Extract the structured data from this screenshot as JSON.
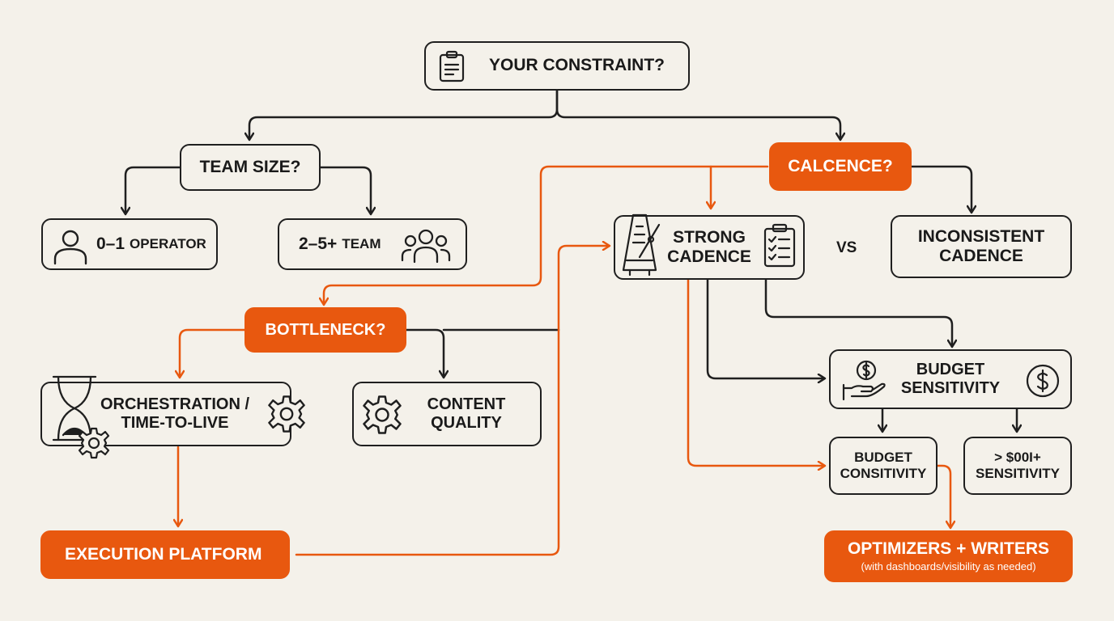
{
  "root": {
    "label": "YOUR CONSTRAINT?",
    "icon": "clipboard-icon"
  },
  "team_size": {
    "label": "TEAM SIZE?"
  },
  "operator": {
    "label_num": "0–1",
    "label_text": "OPERATOR",
    "icon": "person-icon"
  },
  "team": {
    "label_num": "2–5+",
    "label_text": "TEAM",
    "icon": "group-icon"
  },
  "cadence_question": {
    "label": "CALCENCE?"
  },
  "strong_cadence": {
    "line1": "STRONG",
    "line2": "CADENCE",
    "icons": [
      "metronome-icon",
      "checklist-icon"
    ]
  },
  "vs": "VS",
  "inconsistent_cadence": {
    "line1": "INCONSISTENT",
    "line2": "CADENCE"
  },
  "bottleneck": {
    "label": "BOTTLENECK?"
  },
  "orchestration": {
    "line1": "ORCHESTRATION /",
    "line2": "TIME-TO-LIVE",
    "icons": [
      "hourglass-icon",
      "gear-icon"
    ]
  },
  "content_quality": {
    "line1": "CONTENT",
    "line2": "QUALITY",
    "icon": "gear-icon"
  },
  "budget_sensitivity": {
    "line1": "BUDGET",
    "line2": "SENSITIVITY",
    "icons": [
      "hand-dollar-icon",
      "dollar-coin-icon"
    ]
  },
  "budget_consitivity": {
    "line1": "BUDGET",
    "line2": "CONSITIVITY"
  },
  "high_sensitivity": {
    "line1": "> $00I+",
    "line2": "SENSITIVITY"
  },
  "execution_platform": {
    "label": "EXECUTION PLATFORM"
  },
  "optimizers": {
    "title": "OPTIMIZERS + WRITERS",
    "subtitle": "(with dashboards/visibility as needed)"
  },
  "colors": {
    "accent": "#e8580f",
    "ink": "#1f1f1f",
    "background": "#f4f1ea"
  }
}
